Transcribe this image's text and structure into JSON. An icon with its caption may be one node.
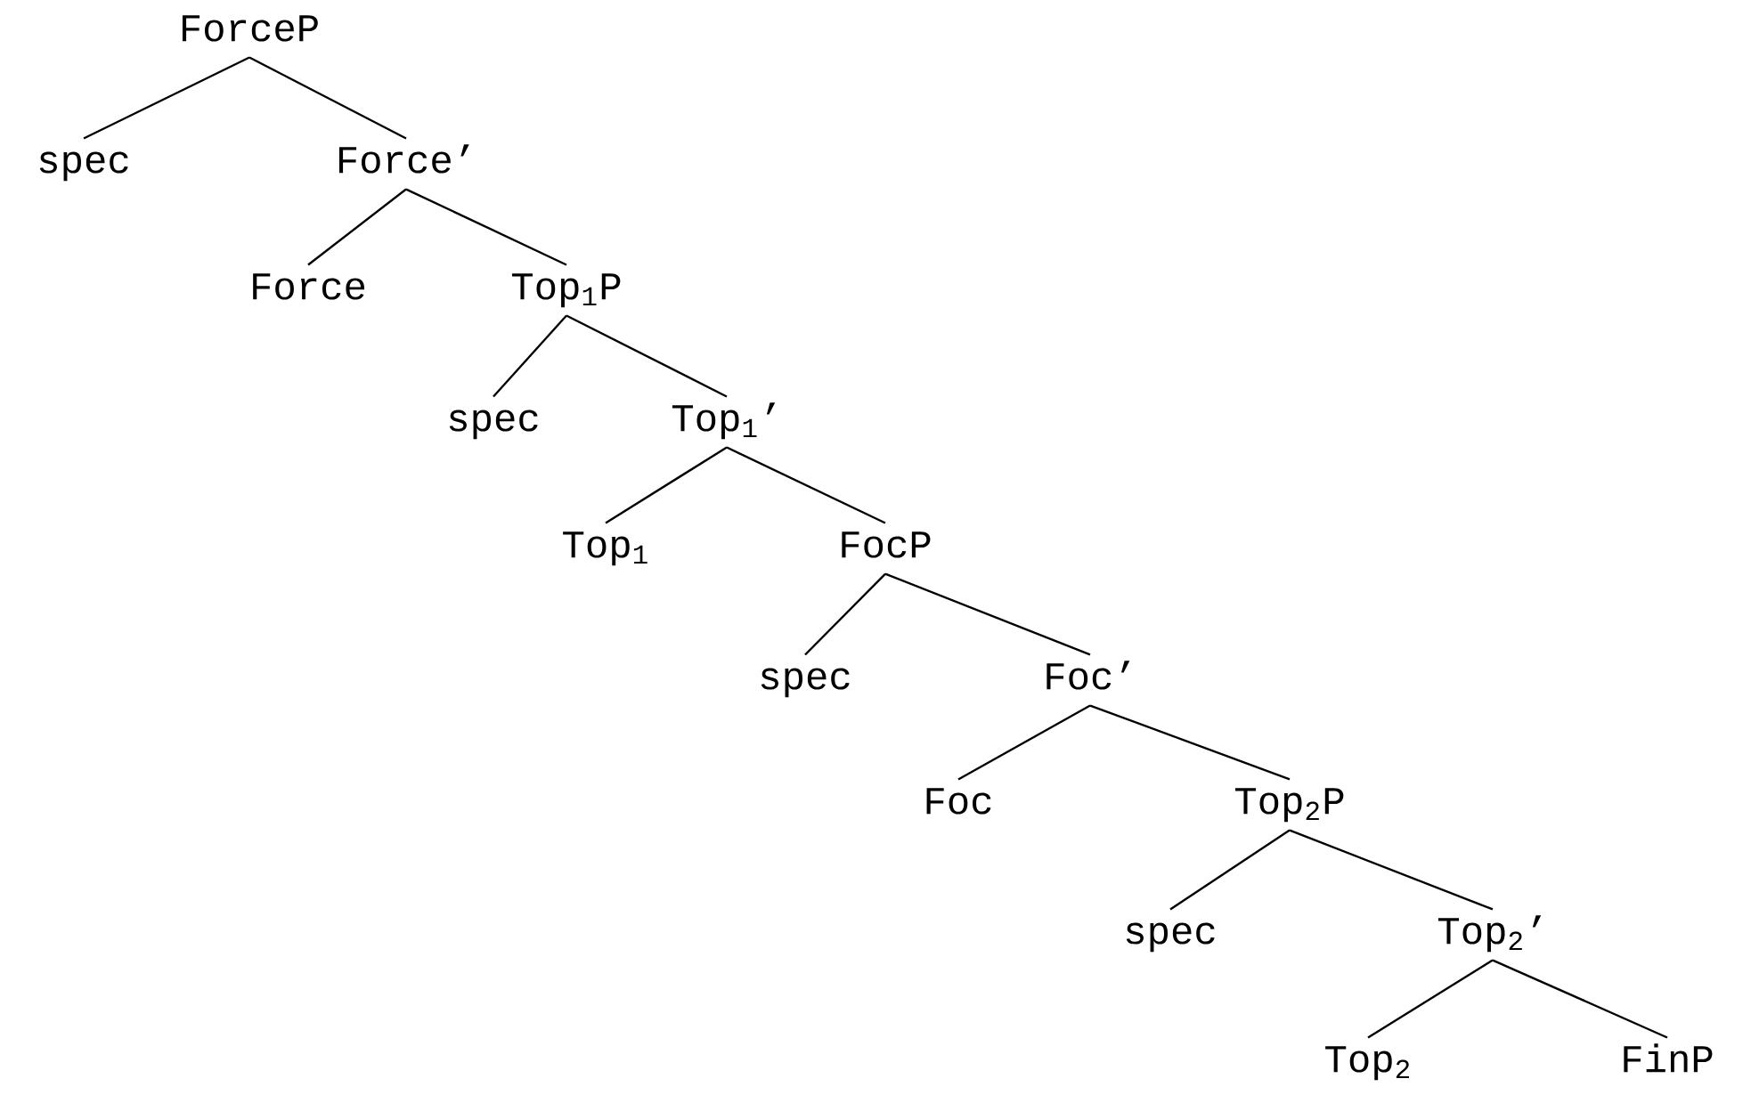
{
  "diagram": {
    "nodes": [
      {
        "text": [
          "ForceP"
        ]
      },
      {
        "text": [
          "spec"
        ]
      },
      {
        "text": [
          "Force’"
        ]
      },
      {
        "text": [
          "Force"
        ]
      },
      {
        "text": [
          "Top$_{1}$P"
        ]
      },
      {
        "text": [
          "spec"
        ]
      },
      {
        "text": [
          "Top$_{1}$’"
        ]
      },
      {
        "text": [
          "Top$_{1}$"
        ]
      },
      {
        "text": [
          "FocP"
        ]
      },
      {
        "text": [
          "spec"
        ]
      },
      {
        "text": [
          "Foc’"
        ]
      },
      {
        "text": [
          "Foc"
        ]
      },
      {
        "text": [
          "Top$_{2}$P"
        ]
      },
      {
        "text": [
          "spec"
        ]
      },
      {
        "text": [
          "Top$_{2}$’"
        ]
      },
      {
        "text": [
          "Top$_{2}$"
        ]
      },
      {
        "text": [
          "FinP"
        ]
      }
    ],
    "edges": [
      {
        "from": 0,
        "to": 1,
        "arrow": "none"
      },
      {
        "from": 0,
        "to": 2,
        "arrow": "none"
      },
      {
        "from": 2,
        "to": 3,
        "arrow": "none"
      },
      {
        "from": 2,
        "to": 4,
        "arrow": "none"
      },
      {
        "from": 4,
        "to": 5,
        "arrow": "none"
      },
      {
        "from": 4,
        "to": 6,
        "arrow": "none"
      },
      {
        "from": 6,
        "to": 7,
        "arrow": "none"
      },
      {
        "from": 6,
        "to": 8,
        "arrow": "none"
      },
      {
        "from": 8,
        "to": 9,
        "arrow": "none"
      },
      {
        "from": 8,
        "to": 10,
        "arrow": "none"
      },
      {
        "from": 10,
        "to": 11,
        "arrow": "none"
      },
      {
        "from": 10,
        "to": 12,
        "arrow": "none"
      },
      {
        "from": 12,
        "to": 13,
        "arrow": "none"
      },
      {
        "from": 12,
        "to": 14,
        "arrow": "none"
      },
      {
        "from": 14,
        "to": 15,
        "arrow": "none"
      },
      {
        "from": 14,
        "to": 16,
        "arrow": "none"
      }
    ]
  }
}
